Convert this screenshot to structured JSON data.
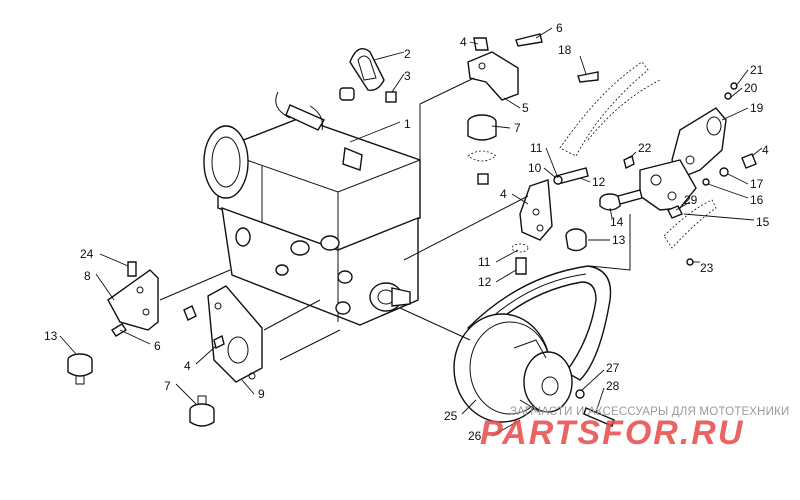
{
  "watermark": {
    "caption": "ЗАПЧАСТИ И АКСЕССУАРЫ ДЛЯ МОТОТЕХНИКИ",
    "brand": "PARTSFOR.RU"
  },
  "callouts": [
    {
      "id": "c1",
      "label": "1"
    },
    {
      "id": "c2",
      "label": "2"
    },
    {
      "id": "c3",
      "label": "3"
    },
    {
      "id": "c4a",
      "label": "4"
    },
    {
      "id": "c4b",
      "label": "4"
    },
    {
      "id": "c4c",
      "label": "4"
    },
    {
      "id": "c4d",
      "label": "4"
    },
    {
      "id": "c5",
      "label": "5"
    },
    {
      "id": "c6a",
      "label": "6"
    },
    {
      "id": "c6b",
      "label": "6"
    },
    {
      "id": "c7a",
      "label": "7"
    },
    {
      "id": "c7b",
      "label": "7"
    },
    {
      "id": "c8",
      "label": "8"
    },
    {
      "id": "c9",
      "label": "9"
    },
    {
      "id": "c10",
      "label": "10"
    },
    {
      "id": "c11a",
      "label": "11"
    },
    {
      "id": "c11b",
      "label": "11"
    },
    {
      "id": "c12a",
      "label": "12"
    },
    {
      "id": "c12b",
      "label": "12"
    },
    {
      "id": "c13a",
      "label": "13"
    },
    {
      "id": "c13b",
      "label": "13"
    },
    {
      "id": "c14",
      "label": "14"
    },
    {
      "id": "c15",
      "label": "15"
    },
    {
      "id": "c16",
      "label": "16"
    },
    {
      "id": "c17",
      "label": "17"
    },
    {
      "id": "c18",
      "label": "18"
    },
    {
      "id": "c19",
      "label": "19"
    },
    {
      "id": "c20",
      "label": "20"
    },
    {
      "id": "c21",
      "label": "21"
    },
    {
      "id": "c22",
      "label": "22"
    },
    {
      "id": "c23",
      "label": "23"
    },
    {
      "id": "c24",
      "label": "24"
    },
    {
      "id": "c25",
      "label": "25"
    },
    {
      "id": "c26",
      "label": "26"
    },
    {
      "id": "c27",
      "label": "27"
    },
    {
      "id": "c28",
      "label": "28"
    },
    {
      "id": "c29",
      "label": "29"
    }
  ]
}
